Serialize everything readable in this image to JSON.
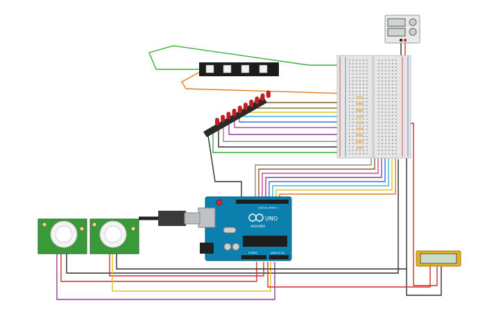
{
  "board": {
    "logo_text": "ARDUINO",
    "model_text": "UNO",
    "digital_label": "DIGITAL (PWM~)",
    "power_label": "POWER",
    "analog_label": "ANALOG IN"
  },
  "components": [
    {
      "id": "power-supply",
      "type": "dc-power-supply"
    },
    {
      "id": "neopixel-strip",
      "type": "rgb-led-strip",
      "led_count": 4
    },
    {
      "id": "breadboard",
      "type": "breadboard-small"
    },
    {
      "id": "led-bar",
      "type": "red-leds",
      "led_count": 10
    },
    {
      "id": "arduino-uno",
      "type": "arduino-uno"
    },
    {
      "id": "usb-cable",
      "type": "usb-cable"
    },
    {
      "id": "pir-sensor-1",
      "type": "pir-motion-sensor"
    },
    {
      "id": "pir-sensor-2",
      "type": "pir-motion-sensor"
    },
    {
      "id": "lcd-module",
      "type": "lcd-display"
    }
  ],
  "colors": {
    "wire_green": "#3cab3c",
    "wire_orange": "#e07c1c",
    "wire_red": "#d42a2a",
    "wire_black": "#2b2b2b",
    "wire_yellow": "#e6c020",
    "wire_purple": "#8d3fa0",
    "wire_blue": "#3a6fd8",
    "wire_cyan": "#38b7d6",
    "wire_pink": "#c8409a",
    "wire_gray": "#8a8a8a",
    "wire_brown": "#8a5a2b",
    "arduino_blue": "#0b7fae",
    "pir_green": "#3a9a3a",
    "lcd_yellow": "#e8b020",
    "led_red": "#c21e1e"
  }
}
